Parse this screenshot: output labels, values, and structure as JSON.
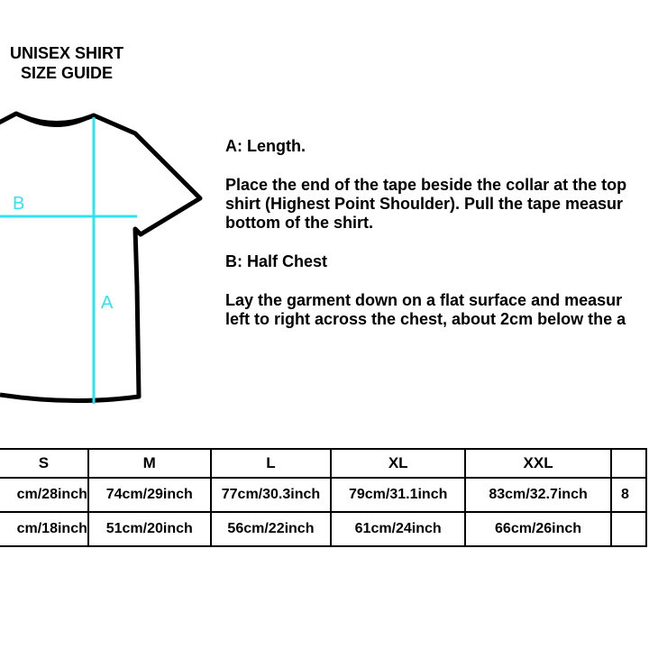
{
  "title": {
    "line1": "UNISEX SHIRT",
    "line2": "SIZE GUIDE"
  },
  "diagram": {
    "label_b": "B",
    "label_a": "A",
    "outline_color": "#000000",
    "measure_color": "#2ee4ee"
  },
  "description": {
    "a_heading": "A: Length.",
    "a_line1": "Place the end of the tape beside the collar at the top",
    "a_line2": "shirt (Highest Point Shoulder). Pull the tape measur",
    "a_line3": "bottom of the shirt.",
    "b_heading": "B: Half Chest",
    "b_line1": "Lay the garment down on a flat surface and measur",
    "b_line2": "left to right across the chest, about 2cm below the a"
  },
  "table": {
    "headers": [
      "S",
      "M",
      "L",
      "XL",
      "XXL",
      ""
    ],
    "rows": [
      [
        "cm/28inch",
        "74cm/29inch",
        "77cm/30.3inch",
        "79cm/31.1inch",
        "83cm/32.7inch",
        "8"
      ],
      [
        "cm/18inch",
        "51cm/20inch",
        "56cm/22inch",
        "61cm/24inch",
        "66cm/26inch",
        ""
      ]
    ]
  }
}
